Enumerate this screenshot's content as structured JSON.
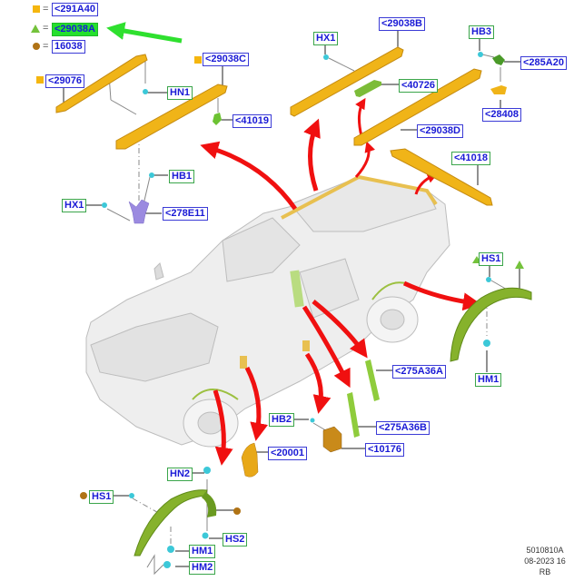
{
  "legend": {
    "items": [
      {
        "marker": "square",
        "color": "#f5b60f",
        "equals": "=",
        "code": "<291A40"
      },
      {
        "marker": "triangle",
        "color": "#74c23b",
        "equals": "=",
        "code": "<29038A",
        "highlighted": true
      },
      {
        "marker": "circle",
        "color": "#b07315",
        "equals": "=",
        "code": "16038"
      }
    ],
    "pointer_arrow_color": "#2fe02f"
  },
  "parts": {
    "p29076": "<29076",
    "p29038C": "<29038C",
    "hn1": "HN1",
    "p41019": "<41019",
    "hb1": "HB1",
    "hx1_left": "HX1",
    "p278E11": "<278E11",
    "hx1_top": "HX1",
    "p29038B": "<29038B",
    "p40726": "<40726",
    "hb3": "HB3",
    "p285A20": "<285A20",
    "p28408": "<28408",
    "p29038D": "<29038D",
    "p41018": "<41018",
    "hs1_right": "HS1",
    "hm1_right": "HM1",
    "p275A36A": "<275A36A",
    "hb2": "HB2",
    "p275A36B": "<275A36B",
    "p20001": "<20001",
    "p10176": "<10176",
    "hn2": "HN2",
    "hs1_left": "HS1",
    "hs2": "HS2",
    "hm1_left": "HM1",
    "hm2": "HM2"
  },
  "footer": {
    "line1": "5010810A",
    "line2": "08-2023 16",
    "line3": "RB"
  },
  "colors": {
    "arrow": "#f01010",
    "trim_yellow": "#f0b418",
    "fender_green": "#86b22c",
    "clip_cyan": "#3cc8d8",
    "bracket_purple": "#9b8ae0",
    "block_orange": "#c98a1a"
  }
}
